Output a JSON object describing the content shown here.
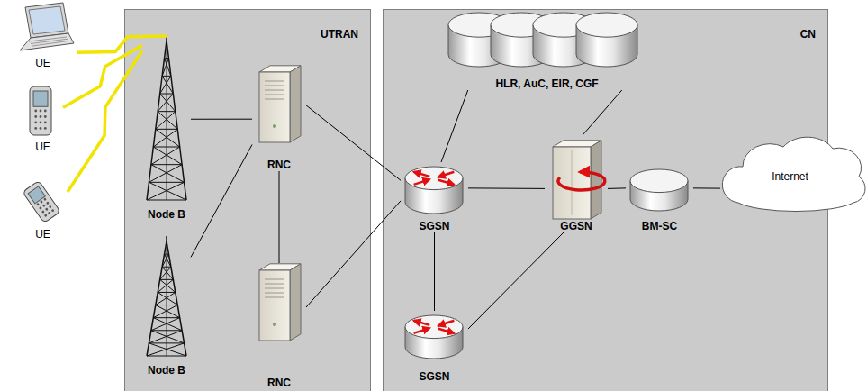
{
  "diagram": {
    "nodes": [
      {
        "text": [
          "UTRAN"
        ]
      },
      {
        "text": [
          "Node B"
        ],
        "in": 0
      },
      {
        "text": [
          "RNC"
        ],
        "in": 0
      },
      {
        "text": [
          "Node B"
        ],
        "in": 0
      },
      {
        "text": [
          "RNC"
        ],
        "in": 0
      },
      {
        "text": [
          "CN"
        ]
      },
      {
        "text": [
          "HLR, AuC, EIR, CGF"
        ],
        "in": 5
      },
      {
        "text": [
          "SGSN"
        ],
        "in": 5
      },
      {
        "text": [
          "GGSN"
        ],
        "in": 5
      },
      {
        "text": [
          "BM-SC"
        ],
        "in": 5
      },
      {
        "text": [
          "SGSN"
        ],
        "in": 5
      },
      {
        "text": [
          "UE"
        ]
      },
      {
        "text": [
          "UE"
        ]
      },
      {
        "text": [
          "UE"
        ]
      },
      {
        "text": [
          "Internet"
        ]
      }
    ],
    "edges": [
      {
        "from": 11,
        "to": 1,
        "arrow": "none"
      },
      {
        "from": 12,
        "to": 1,
        "arrow": "none"
      },
      {
        "from": 13,
        "to": 1,
        "arrow": "none"
      },
      {
        "from": 1,
        "to": 2,
        "arrow": "none"
      },
      {
        "from": 3,
        "to": 2,
        "arrow": "none"
      },
      {
        "from": 2,
        "to": 4,
        "arrow": "none"
      },
      {
        "from": 2,
        "to": 7,
        "arrow": "none"
      },
      {
        "from": 4,
        "to": 7,
        "arrow": "none"
      },
      {
        "from": 6,
        "to": 7,
        "arrow": "none"
      },
      {
        "from": 6,
        "to": 8,
        "arrow": "none"
      },
      {
        "from": 7,
        "to": 8,
        "arrow": "none"
      },
      {
        "from": 7,
        "to": 10,
        "arrow": "none"
      },
      {
        "from": 10,
        "to": 8,
        "arrow": "none"
      },
      {
        "from": 8,
        "to": 9,
        "arrow": "none"
      },
      {
        "from": 9,
        "to": 14,
        "arrow": "none"
      }
    ]
  }
}
